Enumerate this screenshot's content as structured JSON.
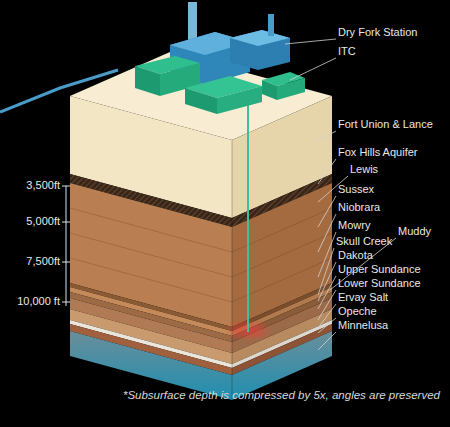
{
  "diagram": {
    "caption": "*Subsurface depth is compressed by 5x, angles are preserved",
    "labels": [
      "Dry Fork Station",
      "ITC",
      "Fort Union & Lance",
      "Fox Hills Aquifer",
      "Lewis",
      "Sussex",
      "Niobrara",
      "Mowry",
      "Muddy",
      "Skull Creek",
      "Dakota",
      "Upper Sundance",
      "Lower Sundance",
      "Ervay Salt",
      "Opeche",
      "Minnelusa",
      "3,500ft",
      "5,000ft",
      "7,500ft",
      "10,000 ft"
    ]
  }
}
